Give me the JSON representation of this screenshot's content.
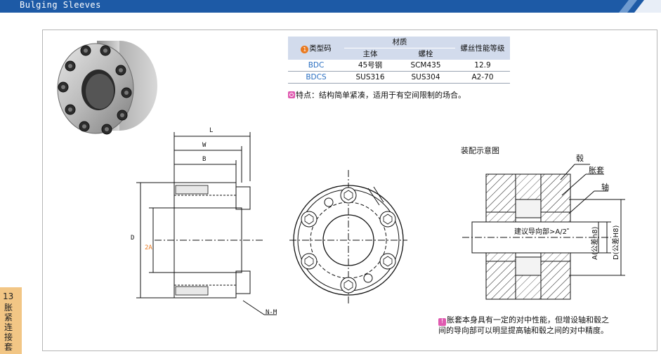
{
  "header": {
    "title": "Bulging Sleeves"
  },
  "sidebar_tab": {
    "number": "13",
    "chars": [
      "胀",
      "紧",
      "连",
      "接",
      "套"
    ]
  },
  "spec_table": {
    "marker": "1",
    "col_type": "类型码",
    "col_material": "材质",
    "col_body": "主体",
    "col_bolt": "螺栓",
    "col_bolt_grade": "螺丝性能等级",
    "rows": [
      {
        "code": "BDC",
        "body": "45号钢",
        "bolt": "SCM435",
        "grade": "12.9"
      },
      {
        "code": "BDCS",
        "body": "SUS316",
        "bolt": "SUS304",
        "grade": "A2-70"
      }
    ]
  },
  "feature_note": "特点：结构简单紧凑，适用于有空间限制的场合。",
  "drawing_labels": {
    "L": "L",
    "W": "W",
    "B": "B",
    "D": "D",
    "A": "A",
    "A_marker": "2",
    "NM": "N-M"
  },
  "assembly": {
    "title": "装配示意图",
    "hub": "毂",
    "sleeve": "胀套",
    "shaft": "轴",
    "guide": "建议导向部>A/2",
    "a_tol": "A(公差h8)",
    "d_tol": "D(公差H8)"
  },
  "bottom_note": {
    "line1": "胀套本身具有一定的对中性能，但增设轴和毂之",
    "line2": "间的导向部可以明显提高轴和毂之间的对中精度。"
  },
  "colors": {
    "header": "#1d5aa6",
    "accent_orange": "#e9791f",
    "tab": "#f2c685",
    "code_blue": "#2a6fc1",
    "pink": "#e05ab0"
  }
}
